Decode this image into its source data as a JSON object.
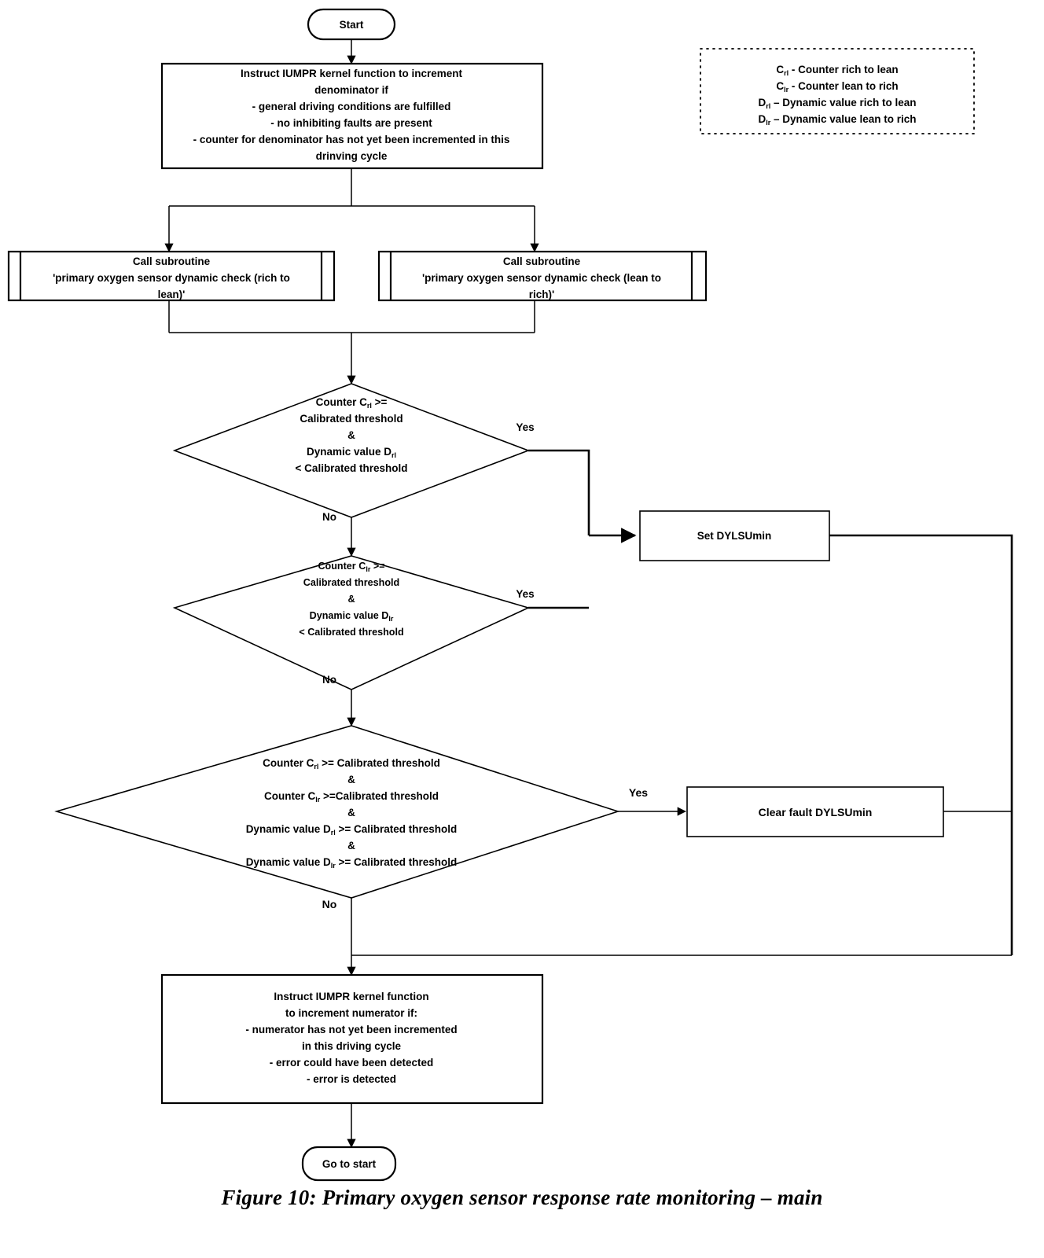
{
  "figure": {
    "caption": "Figure 10: Primary oxygen sensor response rate monitoring – main"
  },
  "legend": {
    "entries": [
      {
        "symbol": "C",
        "subscript": "rl",
        "text": " - Counter rich to lean"
      },
      {
        "symbol": "C",
        "subscript": "lr",
        "text": " - Counter lean to rich"
      },
      {
        "symbol": "D",
        "subscript": "rl",
        "text": " – Dynamic value rich to lean"
      },
      {
        "symbol": "D",
        "subscript": "lr",
        "text": " – Dynamic value lean to rich"
      }
    ]
  },
  "nodes": {
    "start": {
      "label": "Start",
      "type": "terminator"
    },
    "increment_denominator": {
      "type": "process",
      "lines": [
        "Instruct IUMPR kernel function to increment",
        "denominator if",
        "- general driving conditions are fulfilled",
        "- no inhibiting faults are present",
        "- counter for denominator has not yet been incremented in this",
        "drinving cycle"
      ]
    },
    "subroutine_rich_to_lean": {
      "type": "predefined-process",
      "lines": [
        "Call subroutine",
        "'primary oxygen sensor dynamic check (rich to",
        "lean)'"
      ]
    },
    "subroutine_lean_to_rich": {
      "type": "predefined-process",
      "lines": [
        "Call subroutine",
        "'primary oxygen sensor dynamic check (lean to",
        "rich)'"
      ]
    },
    "decision_rich_to_lean": {
      "type": "decision",
      "lines": [
        {
          "pre": "Counter C",
          "sub": "rl",
          "post": " >="
        },
        {
          "pre": "Calibrated threshold",
          "sub": "",
          "post": ""
        },
        {
          "pre": "&",
          "sub": "",
          "post": ""
        },
        {
          "pre": "Dynamic value D",
          "sub": "rl",
          "post": ""
        },
        {
          "pre": "< Calibrated threshold",
          "sub": "",
          "post": ""
        }
      ],
      "yes_label": "Yes",
      "no_label": "No"
    },
    "decision_lean_to_rich": {
      "type": "decision",
      "lines": [
        {
          "pre": "Counter C",
          "sub": "lr",
          "post": " >="
        },
        {
          "pre": "Calibrated threshold",
          "sub": "",
          "post": ""
        },
        {
          "pre": "&",
          "sub": "",
          "post": ""
        },
        {
          "pre": "Dynamic value D",
          "sub": "lr",
          "post": ""
        },
        {
          "pre": "< Calibrated threshold",
          "sub": "",
          "post": ""
        }
      ],
      "yes_label": "Yes",
      "no_label": "No"
    },
    "decision_all_thresholds": {
      "type": "decision",
      "lines": [
        {
          "pre": "Counter C",
          "sub": "rl",
          "post": " >= Calibrated threshold"
        },
        {
          "pre": "&",
          "sub": "",
          "post": ""
        },
        {
          "pre": "Counter C",
          "sub": "lr",
          "post": " >=Calibrated threshold"
        },
        {
          "pre": "&",
          "sub": "",
          "post": ""
        },
        {
          "pre": "Dynamic value D",
          "sub": "rl",
          "post": " >= Calibrated threshold"
        },
        {
          "pre": "&",
          "sub": "",
          "post": ""
        },
        {
          "pre": "Dynamic value D",
          "sub": "lr",
          "post": " >= Calibrated threshold"
        }
      ],
      "yes_label": "Yes",
      "no_label": "No"
    },
    "set_dylsumin": {
      "type": "process",
      "label": "Set DYLSUmin"
    },
    "clear_fault_dylsumin": {
      "type": "process",
      "label": "Clear fault DYLSUmin"
    },
    "increment_numerator": {
      "type": "process",
      "lines": [
        "Instruct IUMPR kernel function",
        "to increment numerator if:",
        "- numerator has not yet been incremented",
        "in this driving cycle",
        "- error could have been detected",
        "- error is detected"
      ]
    },
    "go_to_start": {
      "label": "Go to start",
      "type": "terminator"
    }
  },
  "colors": {
    "stroke": "#000000",
    "fill": "#ffffff",
    "text": "#000000"
  }
}
